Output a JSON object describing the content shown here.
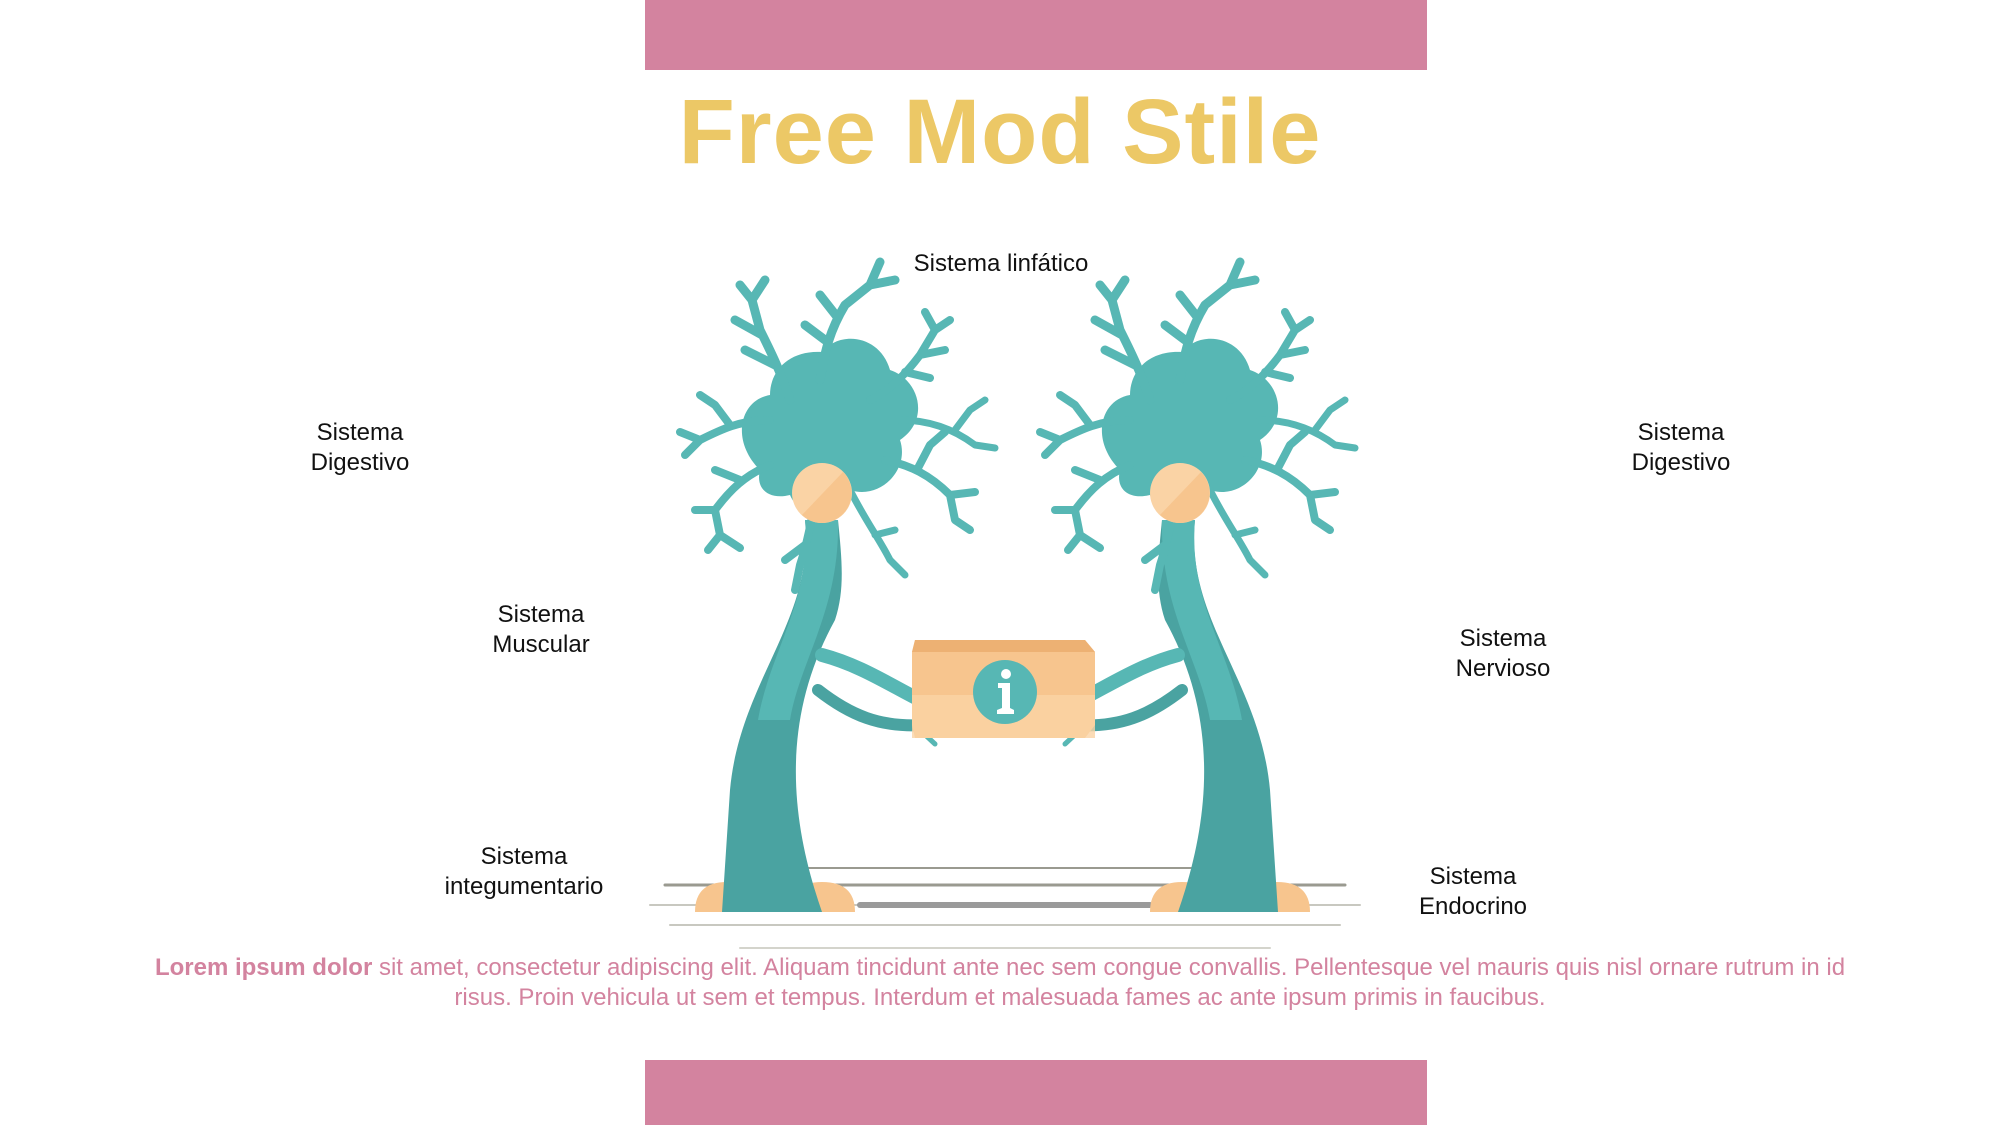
{
  "title": "Free Mod Stile",
  "labels": {
    "top": "Sistema linfático",
    "left_upper": [
      "Sistema",
      "Digestivo"
    ],
    "left_middle": [
      "Sistema",
      "Muscular"
    ],
    "left_lower": [
      "Sistema",
      "integumentario"
    ],
    "right_upper": [
      "Sistema",
      "Digestivo"
    ],
    "right_middle": [
      "Sistema",
      "Nervioso"
    ],
    "right_lower": [
      "Sistema",
      "Endocrino"
    ]
  },
  "description": {
    "bold": "Lorem ipsum dolor",
    "text": " sit amet, consectetur adipiscing elit. Aliquam tincidunt ante nec sem congue convallis. Pellentesque vel mauris quis nisl ornare rutrum in id risus. Proin vehicula ut sem et tempus. Interdum et malesuada fames ac ante ipsum primis in faucibus."
  },
  "colors": {
    "accent_pink": "#d3839f",
    "title_yellow": "#ecc866",
    "neuron_teal": "#57b7b4",
    "neuron_teal_dark": "#469d9b",
    "peach": "#f7c58e",
    "peach_light": "#fad3a5"
  },
  "icons": {
    "box_symbol": "info-icon"
  }
}
